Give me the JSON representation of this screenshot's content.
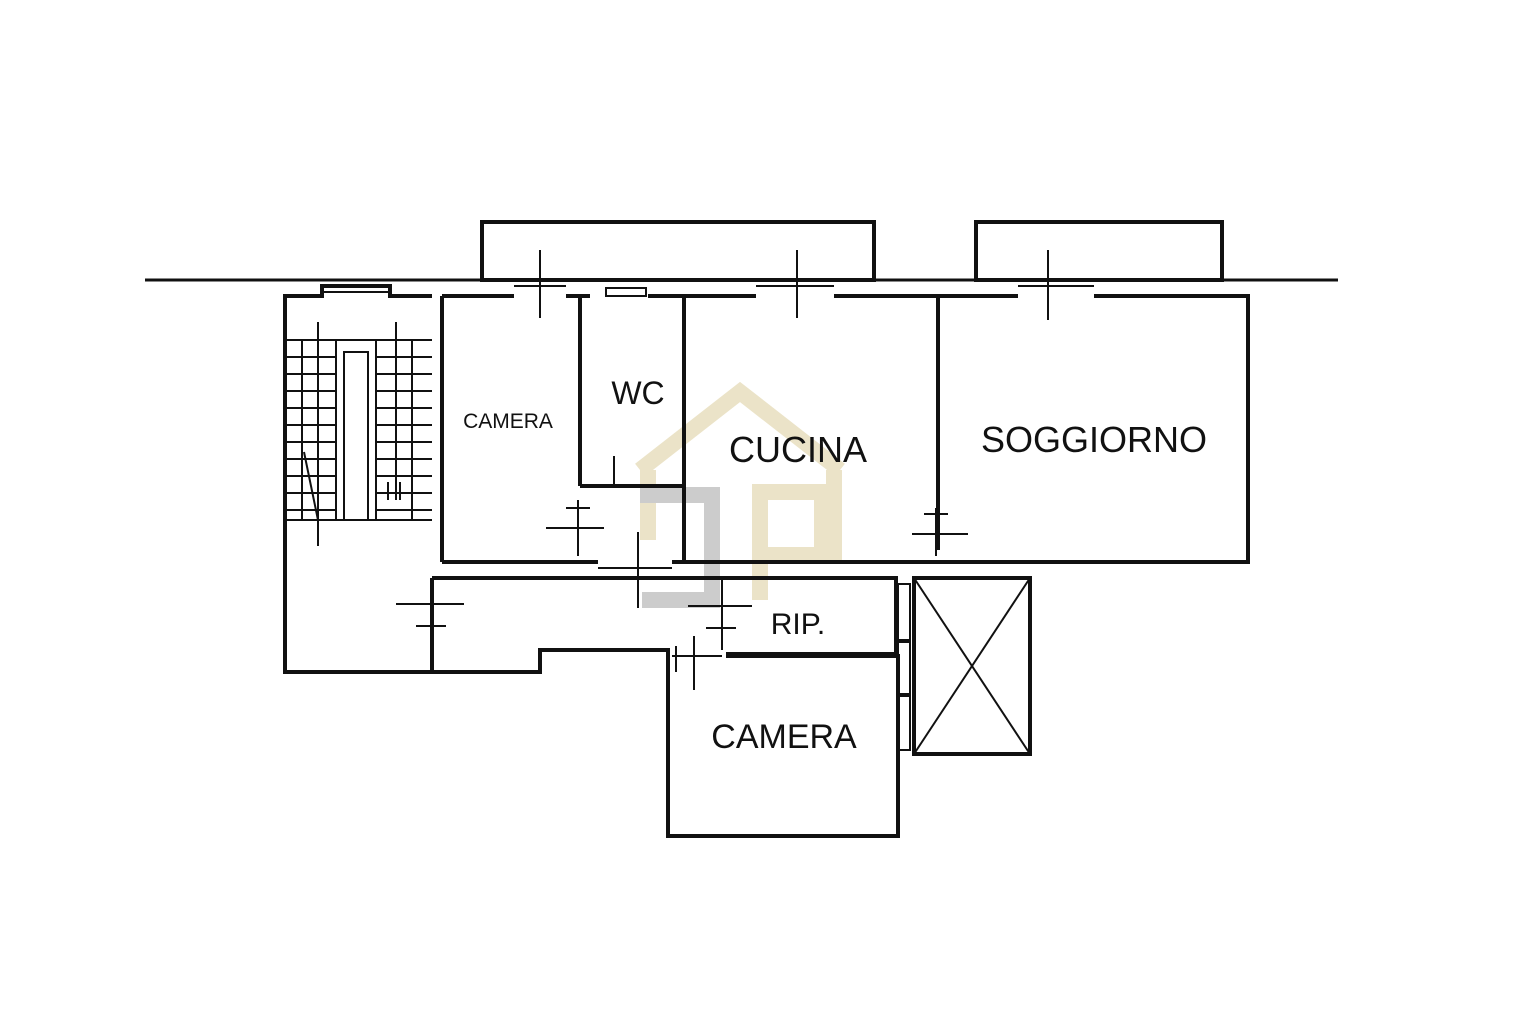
{
  "rooms": {
    "camera_small": "CAMERA",
    "wc": "WC",
    "cucina": "CUCINA",
    "soggiorno": "SOGGIORNO",
    "ripostiglio": "RIP.",
    "camera_large": "CAMERA"
  },
  "colors": {
    "wall": "#111111",
    "background": "#ffffff",
    "watermark_gold": "#e8dfbf",
    "watermark_gray": "#c4c4c4"
  },
  "watermark": {
    "logo": "JP-house-logo"
  }
}
